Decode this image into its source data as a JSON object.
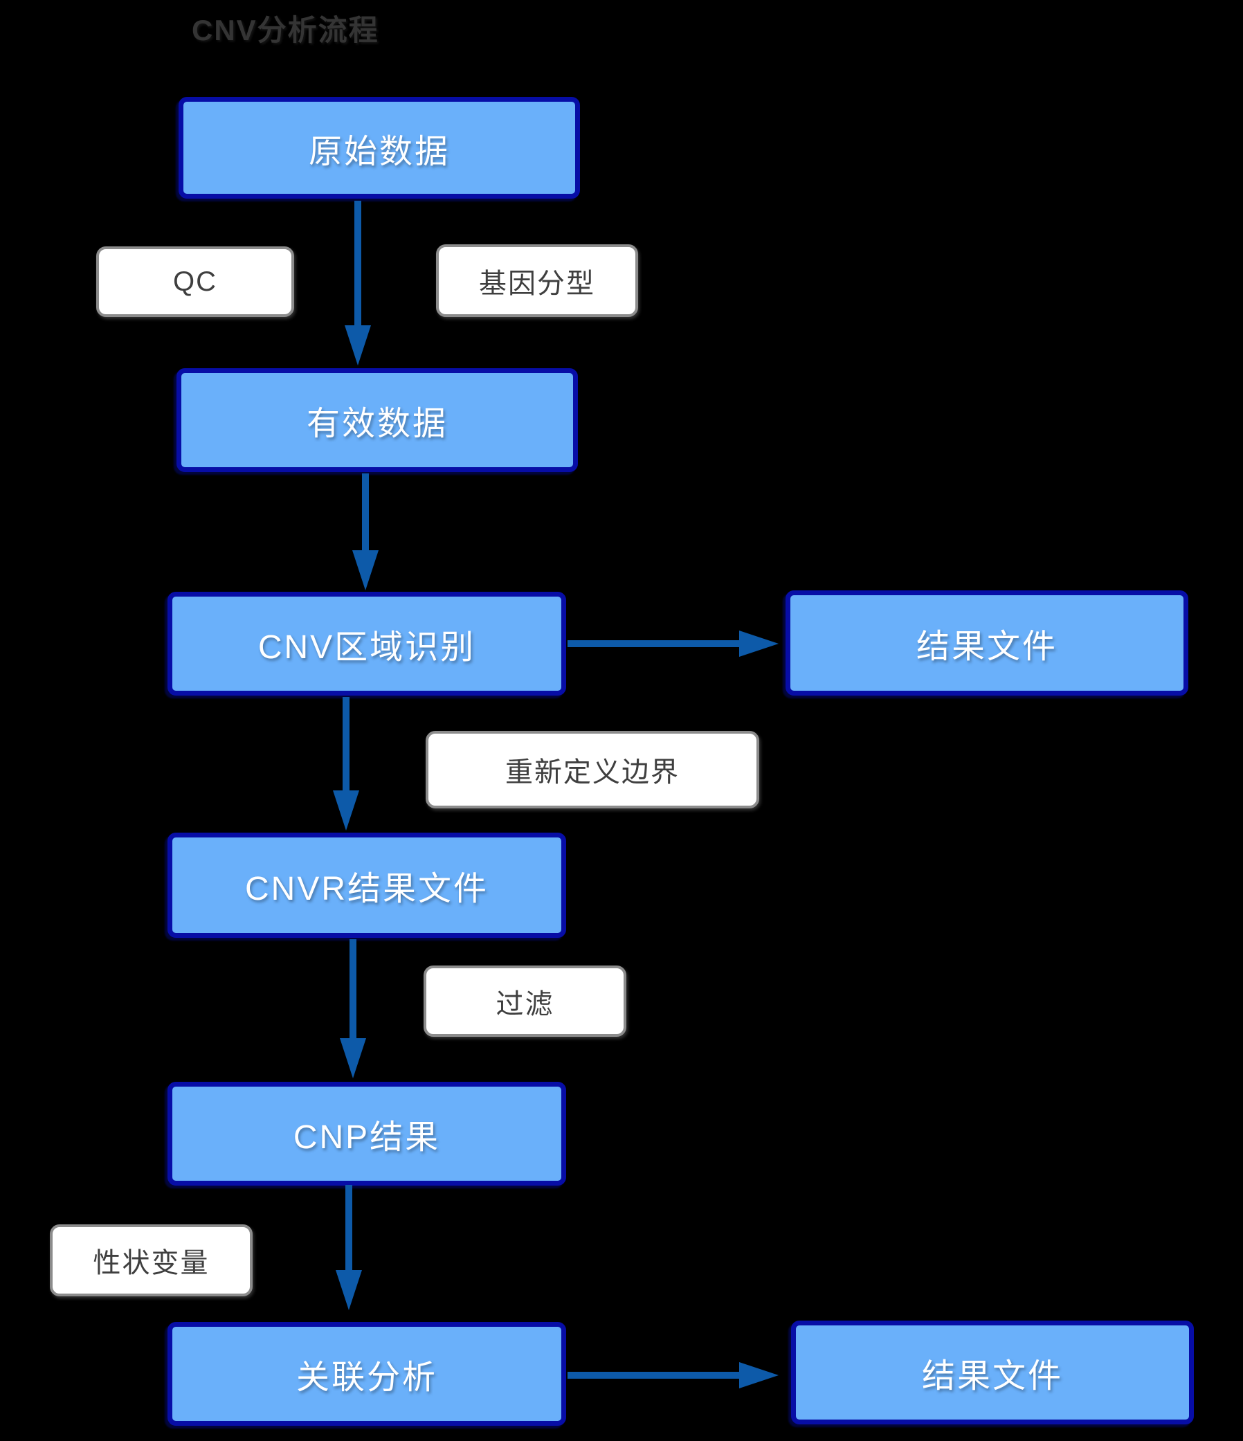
{
  "title": "CNV分析流程",
  "colors": {
    "background": "#000000",
    "node_fill": "#6ab0fa",
    "node_border": "#070da6",
    "node_text": "#ffffff",
    "step_label_fill": "#ffffff",
    "step_label_border": "#8c8c8c",
    "step_label_text": "#3f3f3f",
    "arrow": "#0d5aa9",
    "title_text": "#343434"
  },
  "nodes": [
    {
      "id": "raw-data",
      "label": "原始数据"
    },
    {
      "id": "valid-data",
      "label": "有效数据"
    },
    {
      "id": "cnv-region-identification",
      "label": "CNV区域识别"
    },
    {
      "id": "cnvr-result-file",
      "label": "CNVR结果文件"
    },
    {
      "id": "cnp-result",
      "label": "CNP结果"
    },
    {
      "id": "association-analysis",
      "label": "关联分析"
    },
    {
      "id": "result-file-top",
      "label": "结果文件"
    },
    {
      "id": "result-file-bottom",
      "label": "结果文件"
    }
  ],
  "step_labels": [
    {
      "id": "qc",
      "label": "QC"
    },
    {
      "id": "genotyping",
      "label": "基因分型"
    },
    {
      "id": "redefine-boundary",
      "label": "重新定义边界"
    },
    {
      "id": "filter",
      "label": "过滤"
    },
    {
      "id": "trait-variable",
      "label": "性状变量"
    }
  ],
  "edges": [
    {
      "from": "原始数据",
      "to": "有效数据",
      "labels": [
        "QC",
        "基因分型"
      ]
    },
    {
      "from": "有效数据",
      "to": "CNV区域识别",
      "labels": []
    },
    {
      "from": "CNV区域识别",
      "to": "结果文件",
      "labels": []
    },
    {
      "from": "CNV区域识别",
      "to": "CNVR结果文件",
      "labels": [
        "重新定义边界"
      ]
    },
    {
      "from": "CNVR结果文件",
      "to": "CNP结果",
      "labels": [
        "过滤"
      ]
    },
    {
      "from": "CNP结果",
      "to": "关联分析",
      "labels": [
        "性状变量"
      ]
    },
    {
      "from": "关联分析",
      "to": "结果文件",
      "labels": []
    }
  ]
}
